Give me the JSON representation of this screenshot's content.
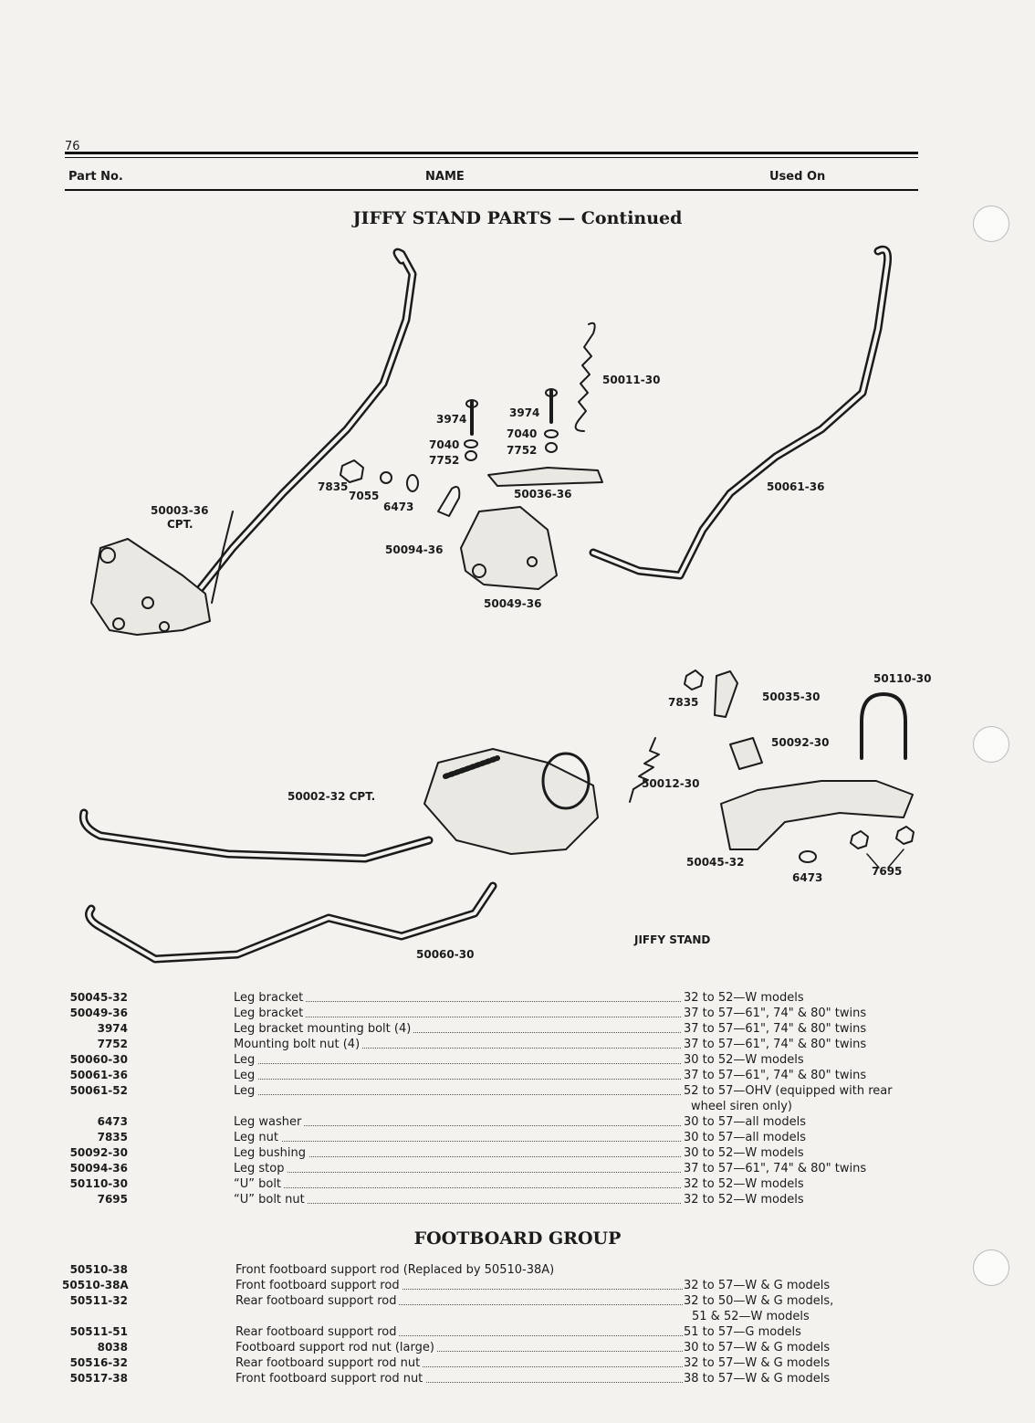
{
  "page_number": "76",
  "header": {
    "part_no": "Part No.",
    "name": "NAME",
    "used_on": "Used On"
  },
  "section1_title": "JIFFY STAND PARTS — Continued",
  "diagram_caption": "JIFFY STAND",
  "callouts": {
    "c50011_30": "50011-30",
    "c3974a": "3974",
    "c7040a": "7040",
    "c7752a": "7752",
    "c3974b": "3974",
    "c7040b": "7040",
    "c7752b": "7752",
    "c7835a": "7835",
    "c7055": "7055",
    "c6473a": "6473",
    "c50036_36": "50036-36",
    "c50061_36": "50061-36",
    "c50003_36": "50003-36",
    "c50003_cpt": "CPT.",
    "c50094_36": "50094-36",
    "c50049_36": "50049-36",
    "c50110_30": "50110-30",
    "c7835b": "7835",
    "c50035_30": "50035-30",
    "c50092_30": "50092-30",
    "c50002_32": "50002-32 CPT.",
    "c50012_30": "50012-30",
    "c50045_32": "50045-32",
    "c6473b": "6473",
    "c7695": "7695",
    "c50060_30": "50060-30"
  },
  "jiffy_parts": [
    {
      "part": "50045-32",
      "name": "Leg bracket",
      "used_on": "32 to 52—W models"
    },
    {
      "part": "50049-36",
      "name": "Leg bracket",
      "used_on": "37 to 57—61\", 74\" & 80\" twins"
    },
    {
      "part": "3974",
      "name": "Leg bracket mounting bolt (4)",
      "used_on": "37 to 57—61\", 74\" & 80\" twins"
    },
    {
      "part": "7752",
      "name": "Mounting bolt nut (4)",
      "used_on": "37 to 57—61\", 74\" & 80\" twins"
    },
    {
      "part": "50060-30",
      "name": "Leg",
      "used_on": "30 to 52—W models"
    },
    {
      "part": "50061-36",
      "name": "Leg",
      "used_on": "37 to 57—61\", 74\" & 80\" twins"
    },
    {
      "part": "50061-52",
      "name": "Leg",
      "used_on": "52 to 57—OHV (equipped with rear",
      "used_on_2": "wheel siren only)"
    },
    {
      "part": "6473",
      "name": "Leg washer",
      "used_on": "30 to 57—all models"
    },
    {
      "part": "7835",
      "name": "Leg nut",
      "used_on": "30 to 57—all models"
    },
    {
      "part": "50092-30",
      "name": "Leg bushing",
      "used_on": "30 to 52—W models"
    },
    {
      "part": "50094-36",
      "name": "Leg stop",
      "used_on": "37 to 57—61\", 74\" & 80\" twins"
    },
    {
      "part": "50110-30",
      "name": "“U” bolt",
      "used_on": "32 to 52—W models"
    },
    {
      "part": "7695",
      "name": "“U” bolt nut",
      "used_on": "32 to 52—W models"
    }
  ],
  "section2_title": "FOOTBOARD GROUP",
  "footboard_parts": [
    {
      "part": "50510-38",
      "name": "Front footboard support rod  (Replaced by 50510-38A)",
      "used_on": ""
    },
    {
      "part": "50510-38A",
      "name": "Front footboard support rod",
      "used_on": "32 to 57—W & G models"
    },
    {
      "part": "50511-32",
      "name": "Rear footboard support rod",
      "used_on": "32 to 50—W & G models,",
      "used_on_2": "51 & 52—W models"
    },
    {
      "part": "50511-51",
      "name": "Rear footboard support rod",
      "used_on": "51 to 57—G models"
    },
    {
      "part": "8038",
      "name": "Footboard support rod nut (large)",
      "used_on": "30 to 57—W & G models"
    },
    {
      "part": "50516-32",
      "name": "Rear footboard support rod nut",
      "used_on": "32 to 57—W & G models"
    },
    {
      "part": "50517-38",
      "name": "Front footboard support rod nut",
      "used_on": "38 to 57—W & G models"
    }
  ]
}
